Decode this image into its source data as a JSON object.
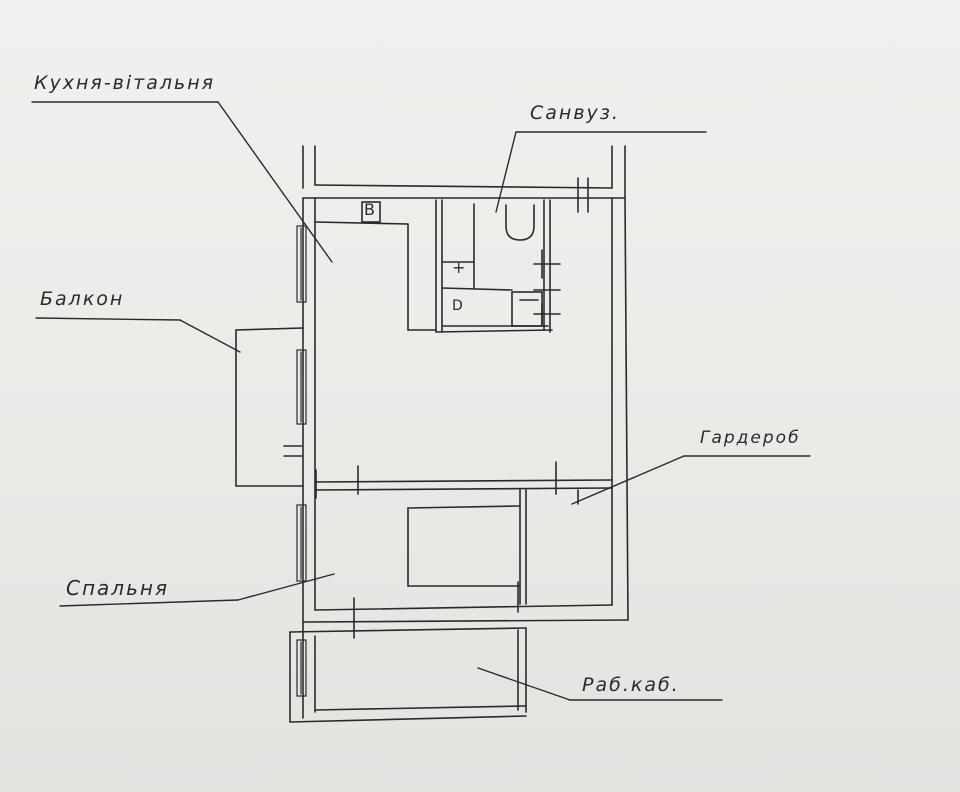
{
  "labels": {
    "kitchen": "Кухня-вітальня",
    "bathroom": "Санвуз.",
    "balcony": "Балкон",
    "wardrobe": "Гардероб",
    "bedroom": "Спальня",
    "office": "Раб.каб."
  },
  "fixtures": {
    "kitchen_appliance": "B",
    "bath_socket": "+",
    "bath_fixture": "D"
  },
  "colors": {
    "ink": "#2a2a2a",
    "paper": "#efeeec"
  }
}
